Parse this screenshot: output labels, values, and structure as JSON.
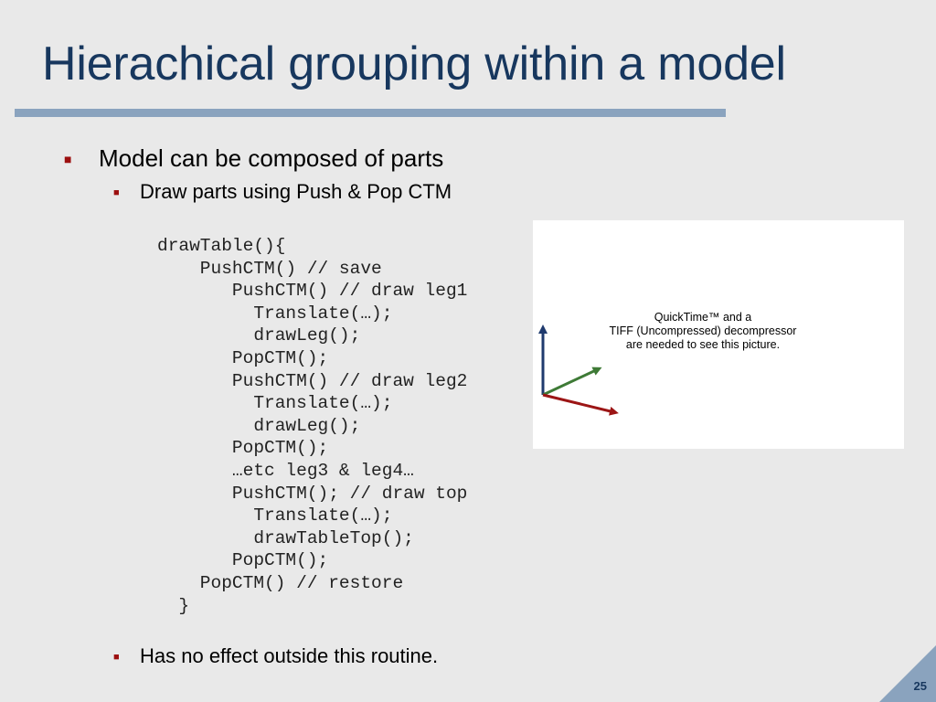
{
  "slide": {
    "title": "Hierachical grouping within a model",
    "bullets": [
      "Model can be composed of parts",
      "Draw parts using Push & Pop CTM",
      "Has no effect outside this routine."
    ],
    "code_lines": [
      "drawTable(){",
      "    PushCTM() // save",
      "       PushCTM() // draw leg1",
      "         Translate(…);",
      "         drawLeg();",
      "       PopCTM();",
      "       PushCTM() // draw leg2",
      "         Translate(…);",
      "         drawLeg();",
      "       PopCTM();",
      "       …etc leg3 & leg4…",
      "       PushCTM(); // draw top",
      "         Translate(…);",
      "         drawTableTop();",
      "       PopCTM();",
      "    PopCTM() // restore",
      "  }"
    ],
    "picture_text": [
      "QuickTime™ and a",
      "TIFF (Uncompressed) decompressor",
      "are needed to see this picture."
    ],
    "page_number": "25",
    "colors": {
      "title": "#17375e",
      "rule": "#8aa3be",
      "bullet": "#9c0f0f",
      "axis_up": "#1f3a6e",
      "axis_diag": "#3e7a36",
      "axis_right": "#9c1515"
    }
  }
}
